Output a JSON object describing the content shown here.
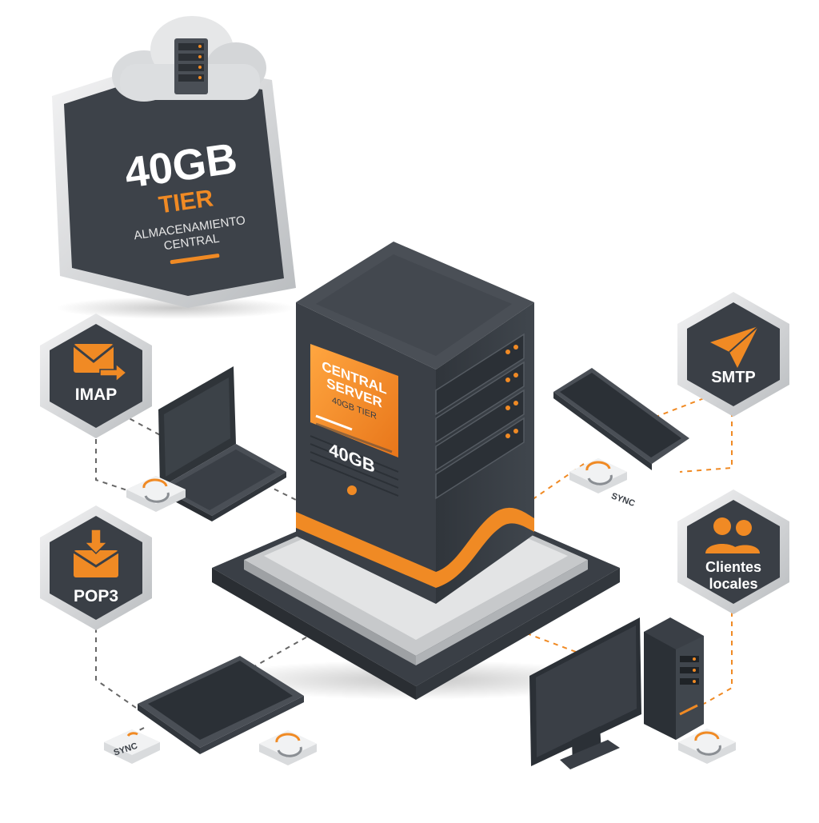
{
  "tier_badge": {
    "size": "40GB",
    "tier": "TIER",
    "subtitle_line1": "ALMACENAMIENTO",
    "subtitle_line2": "CENTRAL"
  },
  "server": {
    "screen_line1": "CENTRAL",
    "screen_line2": "SERVER",
    "screen_line3": "40GB TIER",
    "front_label": "40GB"
  },
  "protocols": {
    "imap": {
      "label": "IMAP",
      "icon": "mail-forward-icon"
    },
    "pop3": {
      "label": "POP3",
      "icon": "mail-download-icon"
    },
    "smtp": {
      "label": "SMTP",
      "icon": "paper-plane-icon"
    },
    "clients": {
      "label_line1": "Clientes",
      "label_line2": "locales",
      "icon": "users-icon"
    }
  },
  "sync": {
    "label": "SYNC",
    "badge_text": "SYNC"
  },
  "colors": {
    "accent": "#f08a24",
    "dark": "#3a3f46",
    "darker": "#2b3036",
    "frame": "#d4d6d8"
  }
}
